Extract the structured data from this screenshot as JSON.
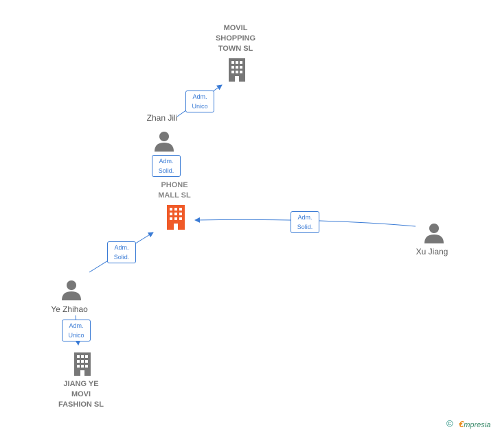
{
  "nodes": {
    "movil": {
      "label_lines": [
        "MOVIL",
        "SHOPPING",
        "TOWN  SL"
      ],
      "color": "#777777"
    },
    "phone": {
      "label_lines": [
        "PHONE",
        "MALL  SL"
      ],
      "color": "#f05a28"
    },
    "jiang": {
      "label_lines": [
        "JIANG YE",
        "MOVI",
        "FASHION  SL"
      ],
      "color": "#777777"
    },
    "zhan": {
      "label": "Zhan Jili"
    },
    "xu": {
      "label": "Xu Jiang"
    },
    "ye": {
      "label": "Ye Zhihao"
    }
  },
  "edges": {
    "zhan_movil": {
      "line1": "Adm.",
      "line2": "Unico"
    },
    "zhan_phone": {
      "line1": "Adm.",
      "line2": "Solid."
    },
    "ye_phone": {
      "line1": "Adm.",
      "line2": "Solid."
    },
    "xu_phone": {
      "line1": "Adm.",
      "line2": "Solid."
    },
    "ye_jiang": {
      "line1": "Adm.",
      "line2": "Unico"
    }
  },
  "colors": {
    "edge": "#3a7bd5",
    "person": "#777777",
    "company": "#777777",
    "focus_company": "#f05a28"
  },
  "footer": {
    "copyright": "©",
    "brand_first": "€",
    "brand_rest": "mpresia"
  }
}
